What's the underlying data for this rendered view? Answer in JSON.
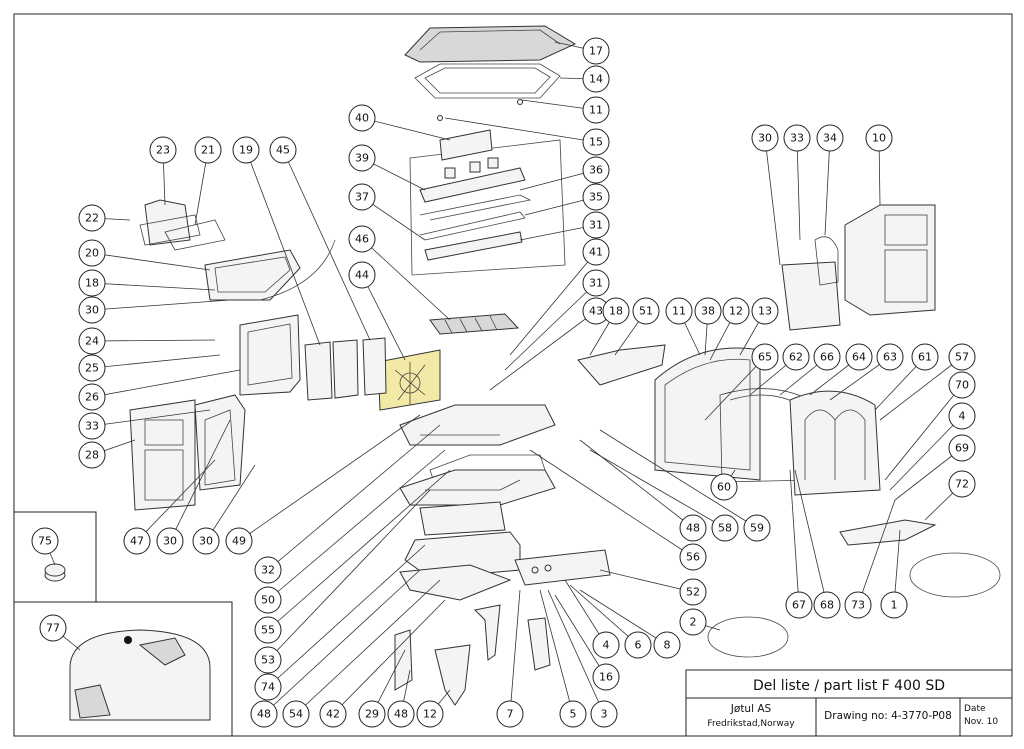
{
  "title_block": {
    "title": "Del liste / part list F 400 SD",
    "company": "Jøtul AS",
    "location": "Fredrikstad,Norway",
    "drawing_no": "Drawing no: 4-3770-P08",
    "date_label": "Date",
    "date_value": "Nov. 10"
  },
  "callouts": [
    "17",
    "14",
    "11",
    "15",
    "40",
    "39",
    "36",
    "35",
    "37",
    "31",
    "46",
    "41",
    "44",
    "31",
    "43",
    "23",
    "21",
    "19",
    "45",
    "22",
    "20",
    "18",
    "30",
    "24",
    "25",
    "26",
    "33",
    "28",
    "47",
    "30",
    "30",
    "49",
    "32",
    "50",
    "55",
    "53",
    "74",
    "48",
    "54",
    "42",
    "29",
    "48",
    "12",
    "7",
    "5",
    "3",
    "16",
    "4",
    "6",
    "8",
    "2",
    "52",
    "56",
    "48",
    "58",
    "59",
    "60",
    "18",
    "51",
    "11",
    "38",
    "12",
    "13",
    "65",
    "62",
    "66",
    "64",
    "63",
    "61",
    "57",
    "70",
    "4",
    "69",
    "72",
    "30",
    "33",
    "34",
    "10",
    "67",
    "68",
    "73",
    "1",
    "75",
    "77"
  ],
  "colors": {
    "highlight": "#f3e9a6",
    "line": "#222222"
  }
}
